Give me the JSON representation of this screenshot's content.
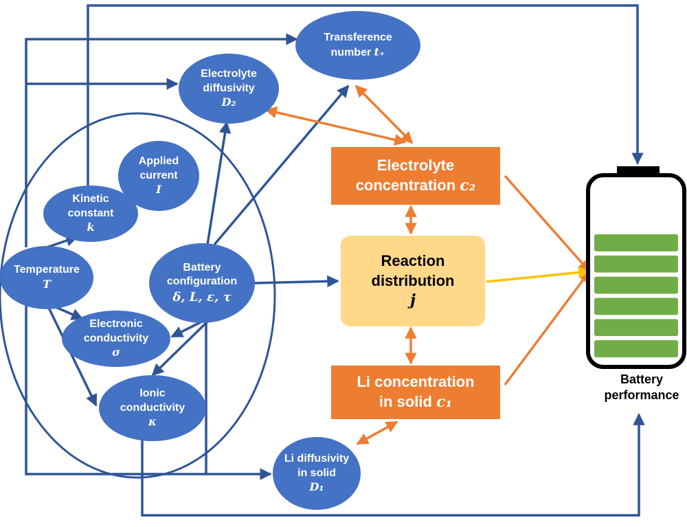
{
  "colors": {
    "blue_node": "#4472c4",
    "blue_arrow": "#2f5597",
    "orange_box": "#ed7d31",
    "center_box": "#ffd88a",
    "yellow_arrow": "#ffc000",
    "battery_cell": "#70ad47"
  },
  "nodes": {
    "transference": {
      "line1": "Transference",
      "line2": "number",
      "symbol": "t₊"
    },
    "electrolyte_diffusivity": {
      "line1": "Electrolyte",
      "line2": "diffusivity",
      "symbol": "D₂"
    },
    "applied_current": {
      "line1": "Applied",
      "line2": "current",
      "symbol": "I"
    },
    "kinetic_constant": {
      "line1": "Kinetic",
      "line2": "constant",
      "symbol": "k"
    },
    "temperature": {
      "line1": "Temperature",
      "symbol": "T"
    },
    "battery_configuration": {
      "line1": "Battery",
      "line2": "configuration",
      "symbol": "δ, L, ε, τ"
    },
    "electronic_conductivity": {
      "line1": "Electronic",
      "line2": "conductivity",
      "symbol": "σ"
    },
    "ionic_conductivity": {
      "line1": "Ionic",
      "line2": "conductivity",
      "symbol": "κ"
    },
    "li_diffusivity": {
      "line1": "Li diffusivity",
      "line2": "in solid",
      "symbol": "D₁"
    }
  },
  "boxes": {
    "electrolyte_concentration": {
      "line1": "Electrolyte",
      "line2": "concentration",
      "symbol": "c₂"
    },
    "reaction_distribution": {
      "line1": "Reaction",
      "line2": "distribution",
      "symbol": "j"
    },
    "li_concentration": {
      "line1": "Li concentration",
      "line2": "in solid",
      "symbol": "c₁"
    }
  },
  "battery": {
    "line1": "Battery",
    "line2": "performance",
    "cells": 6
  }
}
